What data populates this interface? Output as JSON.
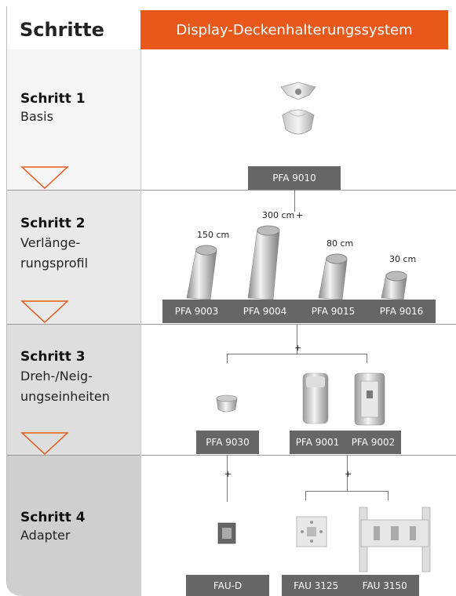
{
  "header": {
    "left_title": "Schritte",
    "right_title": "Display-Deckenhalterungssystem"
  },
  "steps": [
    {
      "title": "Schritt 1",
      "subtitle_lines": [
        "Basis"
      ]
    },
    {
      "title": "Schritt 2",
      "subtitle_lines": [
        "Verlänge-",
        "rungsprofil"
      ]
    },
    {
      "title": "Schritt 3",
      "subtitle_lines": [
        "Dreh-/Neig-",
        "ungseinheiten"
      ]
    },
    {
      "title": "Schritt 4",
      "subtitle_lines": [
        "Adapter"
      ]
    }
  ],
  "step1": {
    "products": [
      "PFA 9010"
    ]
  },
  "step2": {
    "plus": "+",
    "lengths": [
      "150 cm",
      "300 cm",
      "80 cm",
      "30 cm"
    ],
    "products": [
      "PFA 9003",
      "PFA 9004",
      "PFA 9015",
      "PFA 9016"
    ]
  },
  "step3": {
    "plus": "+",
    "products_left": [
      "PFA 9030"
    ],
    "products_right": [
      "PFA 9001",
      "PFA 9002"
    ]
  },
  "step4": {
    "plus_left": "+",
    "plus_right": "+",
    "products_left": [
      "FAU-D"
    ],
    "products_right": [
      "FAU 3125",
      "FAU 3150"
    ]
  },
  "colors": {
    "accent": "#e8581a",
    "label_bg": "#666666",
    "step_bg_1": "#f5f5f5",
    "step_bg_2": "#e9e9e9",
    "step_bg_3": "#dedede",
    "step_bg_4": "#cfcfcf"
  }
}
